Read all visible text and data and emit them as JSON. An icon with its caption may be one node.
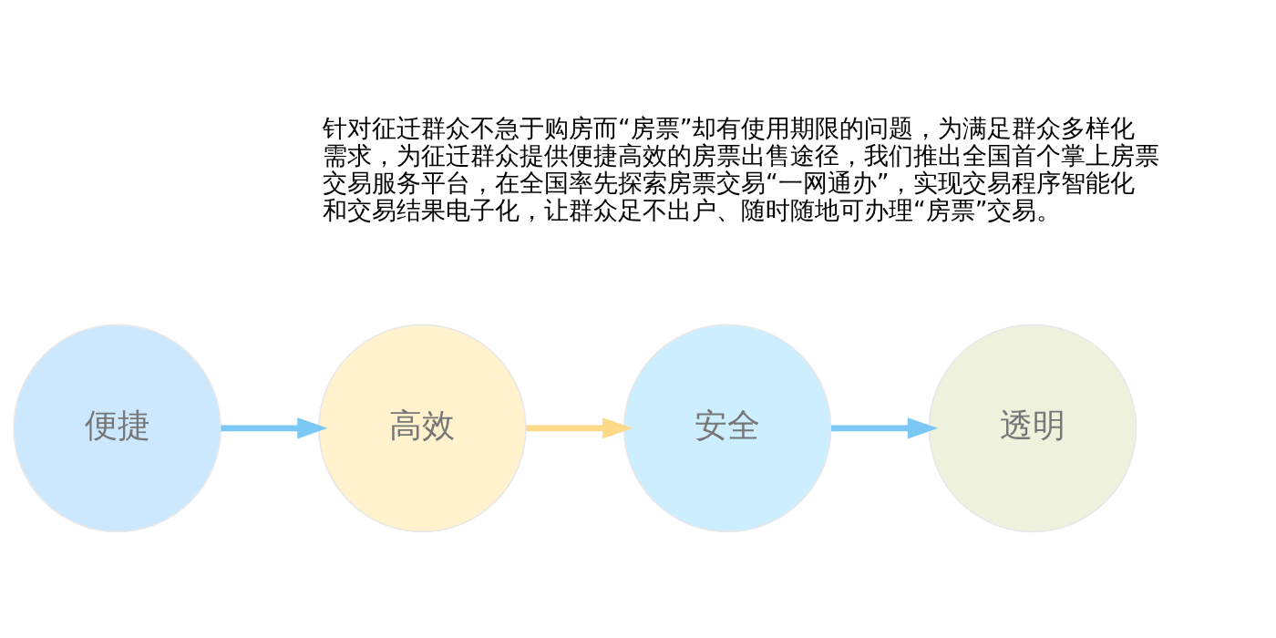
{
  "diagram": {
    "nodes": [
      {
        "text": [
          "便捷"
        ]
      },
      {
        "text": [
          "高效"
        ]
      },
      {
        "text": [
          "安全"
        ]
      },
      {
        "text": [
          "透明"
        ]
      }
    ],
    "edges": [
      {
        "from": 0,
        "to": 1,
        "arrow": "to"
      },
      {
        "from": 1,
        "to": 2,
        "arrow": "to",
        "color": "#ffd98a"
      },
      {
        "from": 2,
        "to": 3,
        "arrow": "to"
      }
    ],
    "labels": [
      "针对征迁群众不急于购房而“房票”却有使用期限的问题，为满足群众多样化需求，为征迁群众提供便捷高效的房票出售途径，我们推出全国首个掌上房票交易服务平台，在全国率先探索房票交易“一网通办”，实现交易程序智能化和交易结果电子化，让群众足不出户、随时随地可办理“房票”交易。"
    ]
  }
}
